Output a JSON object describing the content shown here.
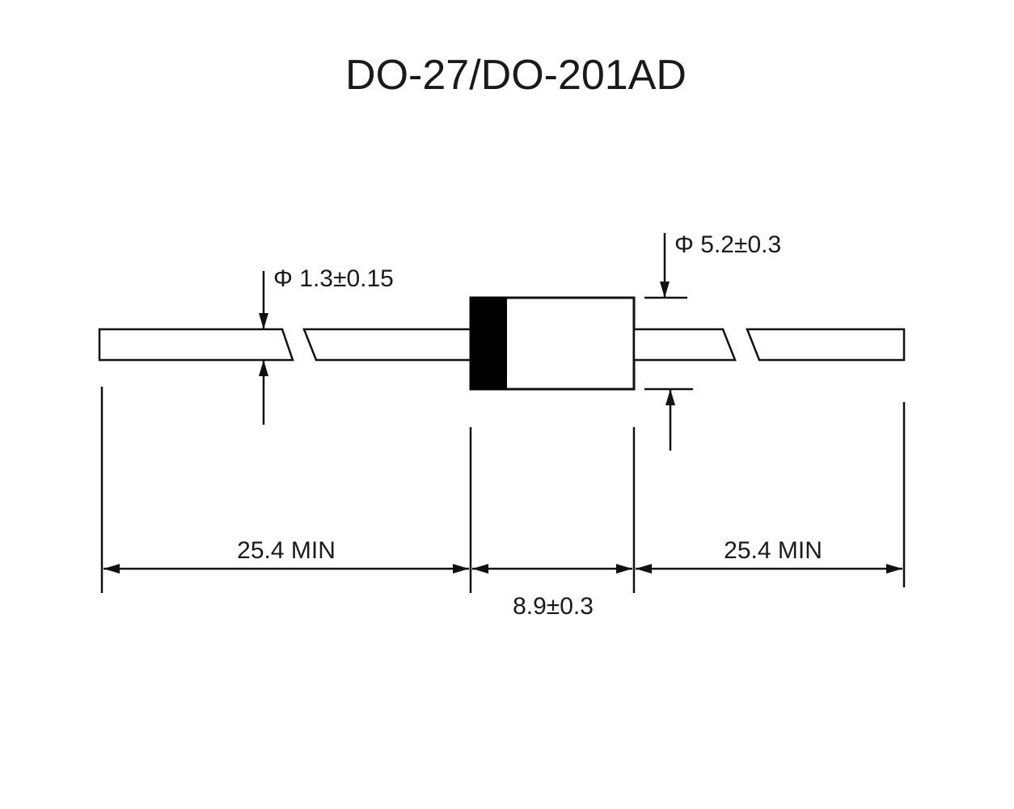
{
  "title": "DO-27/DO-201AD",
  "dimensions": {
    "lead_diameter": "Φ 1.3±0.15",
    "body_diameter": "Φ 5.2±0.3",
    "left_lead_length": "25.4 MIN",
    "body_length": "8.9±0.3",
    "right_lead_length": "25.4 MIN"
  },
  "colors": {
    "line": "#111111",
    "band": "#000000",
    "background": "#ffffff"
  }
}
